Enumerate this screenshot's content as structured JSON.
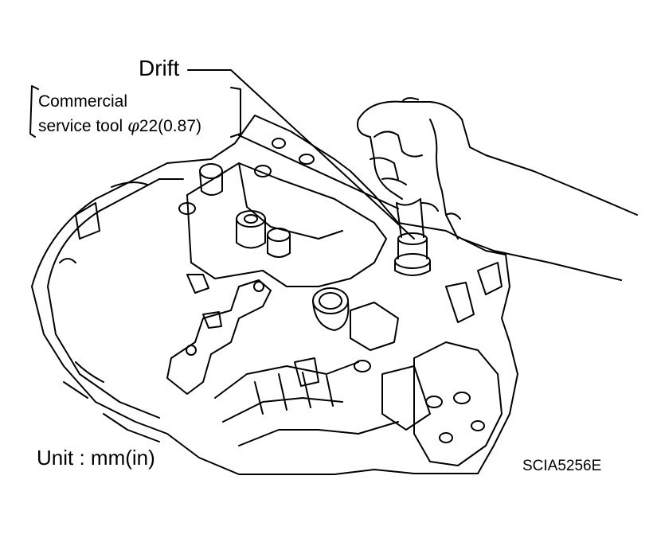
{
  "labels": {
    "drift": "Drift",
    "tool_line1": "Commercial",
    "tool_line2_prefix": "service tool",
    "diameter_symbol": "φ",
    "tool_line2_value": "22(0.87)",
    "unit": "Unit : mm(in)",
    "figure_id": "SCIA5256E"
  },
  "colors": {
    "line": "#000000",
    "background": "#ffffff"
  }
}
